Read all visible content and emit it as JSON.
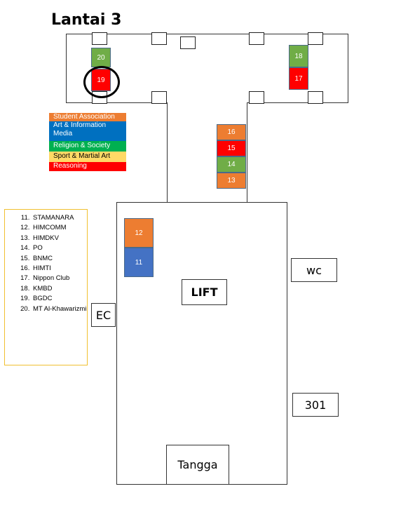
{
  "title": "Lantai 3",
  "colors": {
    "student_association": "#ed7d31",
    "art_information_media": "#0070c0",
    "religion_society": "#00b050",
    "sport_martial_art": "#ffd966",
    "reasoning": "#ff0000",
    "booth_orange": "#ed7d31",
    "booth_green": "#70ad47",
    "booth_red": "#ff0000",
    "booth_blue": "#4472c4"
  },
  "legend": [
    {
      "label": "Student Association",
      "color": "#ed7d31"
    },
    {
      "label": "Art & Information Media",
      "color": "#0070c0"
    },
    {
      "label": "Religion & Society",
      "color": "#00b050"
    },
    {
      "label": "Sport & Martial Art",
      "color": "#ffd966"
    },
    {
      "label": "Reasoning",
      "color": "#ff0000"
    }
  ],
  "booths": {
    "b20": "20",
    "b19": "19",
    "b18": "18",
    "b17": "17",
    "b16": "16",
    "b15": "15",
    "b14": "14",
    "b13": "13",
    "b12": "12",
    "b11": "11"
  },
  "list": [
    "STAMANARA",
    "HIMCOMM",
    "HIMDKV",
    "PO",
    "BNMC",
    "HIMTI",
    "Nippon Club",
    "KMBD",
    "BGDC",
    "MT Al-Khawarizmi"
  ],
  "rooms": {
    "lift": "LIFT",
    "ec": "EC",
    "wc": "wc",
    "r301": "301",
    "tangga": "Tangga"
  }
}
